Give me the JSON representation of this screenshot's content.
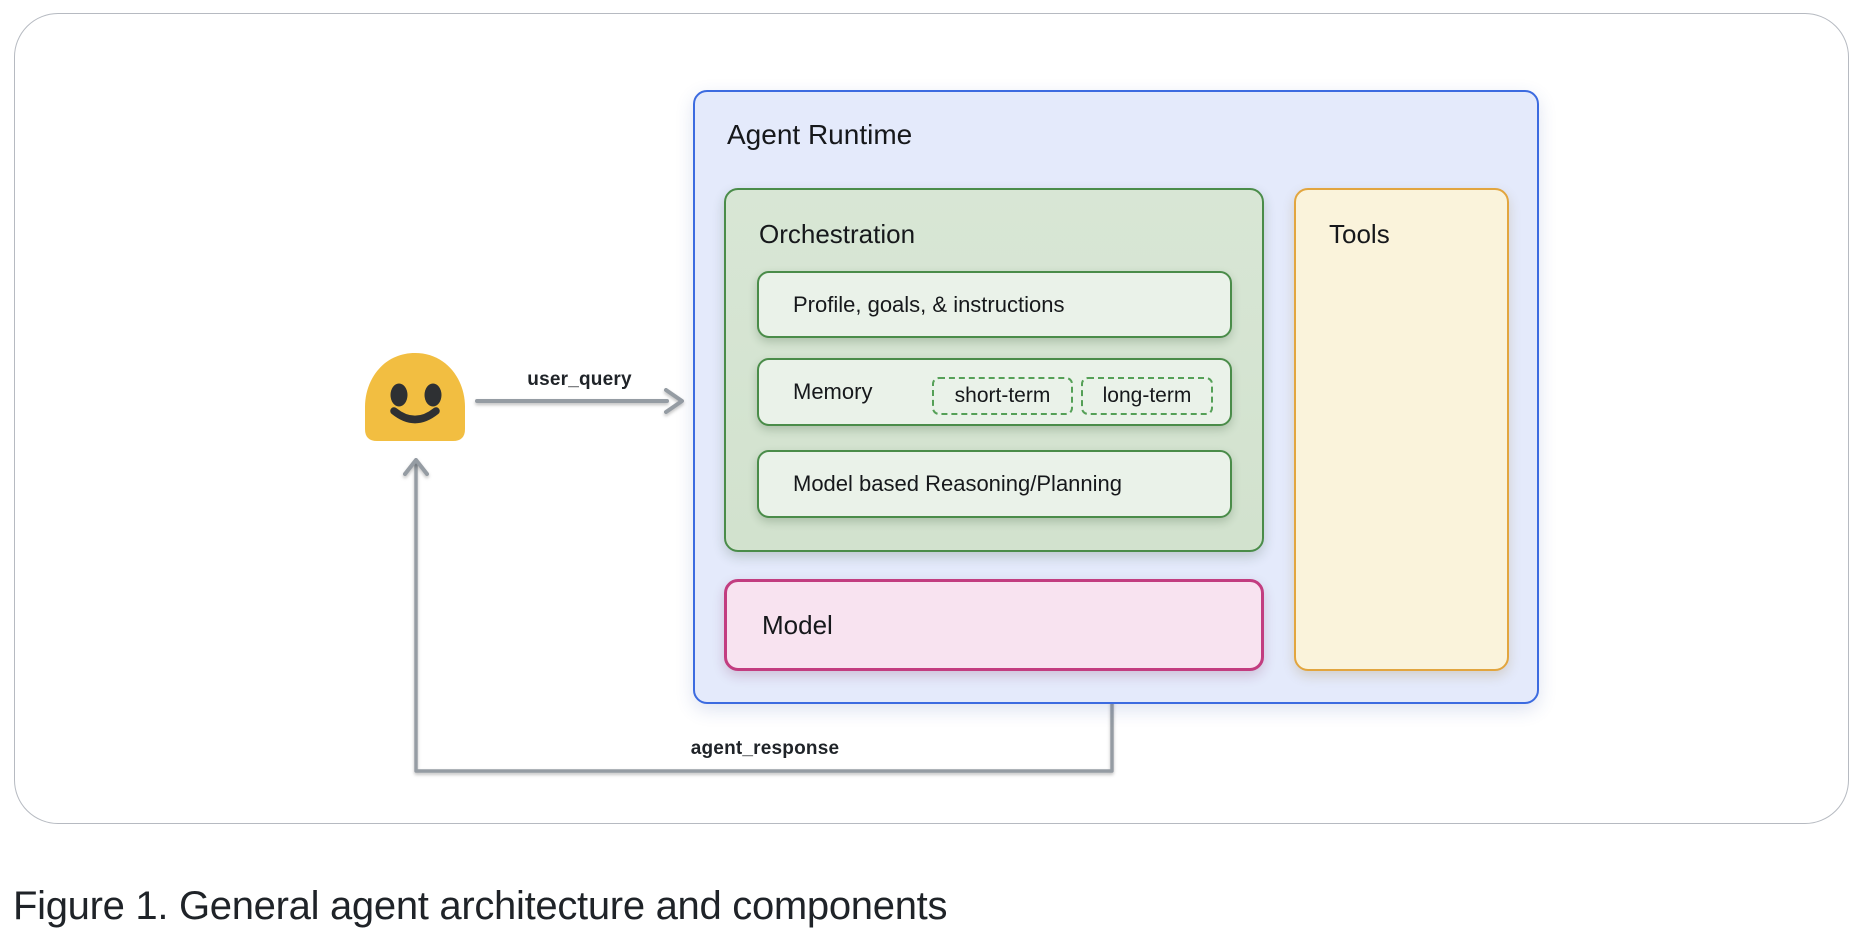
{
  "caption": "Figure 1. General agent architecture and components",
  "arrows": {
    "user_query": "user_query",
    "agent_response": "agent_response"
  },
  "runtime": {
    "title": "Agent Runtime",
    "orchestration": {
      "title": "Orchestration",
      "profile": "Profile, goals, & instructions",
      "memory": {
        "label": "Memory",
        "short_term": "short-term",
        "long_term": "long-term"
      },
      "reasoning": "Model based Reasoning/Planning"
    },
    "model": "Model",
    "tools": "Tools"
  },
  "colors": {
    "runtime_fill": "#E4EAFB",
    "runtime_border": "#3C6BE0",
    "orchestration_fill": "#D5E4D1",
    "green_border": "#4A8C49",
    "inner_green_fill": "#EAF2E9",
    "dashed_border": "#55A057",
    "tools_fill": "#FAF3DB",
    "tools_border": "#E2A53E",
    "model_fill": "#F8E3F0",
    "model_border": "#C23D80",
    "arrow_gray": "#959CA3",
    "emoji_yellow": "#F2BE41",
    "emoji_features": "#2E3033",
    "text": "#1F2328",
    "card_border": "#B6BAC1"
  }
}
